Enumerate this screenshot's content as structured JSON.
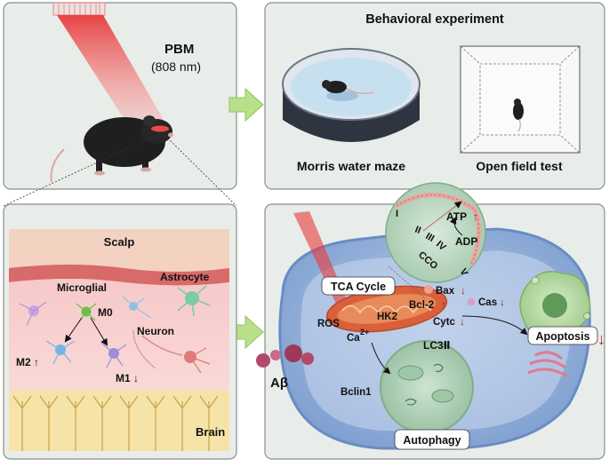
{
  "panels": {
    "pbm": {
      "title": "PBM",
      "wavelength": "(808 nm)"
    },
    "behavior": {
      "title": "Behavioral experiment",
      "water_maze": "Morris water maze",
      "open_field": "Open field test"
    },
    "brain": {
      "scalp": "Scalp",
      "astrocyte": "Astrocyte",
      "microglial": "Microglial",
      "m0": "M0",
      "neuron": "Neuron",
      "m2": "M2",
      "m1": "M1",
      "brain": "Brain"
    },
    "cell": {
      "complex_1": "I",
      "complex_2": "II",
      "complex_3": "III",
      "complex_4": "IV",
      "complex_5": "V",
      "cco": "CCO",
      "atp": "ATP",
      "adp": "ADP",
      "tca": "TCA Cycle",
      "bax": "Bax",
      "cas": "Cas",
      "ros": "ROS",
      "hk2": "HK2",
      "bcl2": "Bcl-2",
      "cytc": "Cytc",
      "ca": "Ca",
      "ca_sup": "2+",
      "apoptosis": "Apoptosis",
      "abeta": "Aβ",
      "lc3": "LC3Ⅱ",
      "bclin1": "Bclin1",
      "autophagy": "Autophagy"
    }
  },
  "colors": {
    "panel_fill": "#e9ede9",
    "panel_stroke": "#8a8f8a",
    "arrow_green": "#b8e08a",
    "laser_red": "#e83a3a",
    "up_arrow": "#b02020",
    "down_arrow": "#b02020"
  }
}
